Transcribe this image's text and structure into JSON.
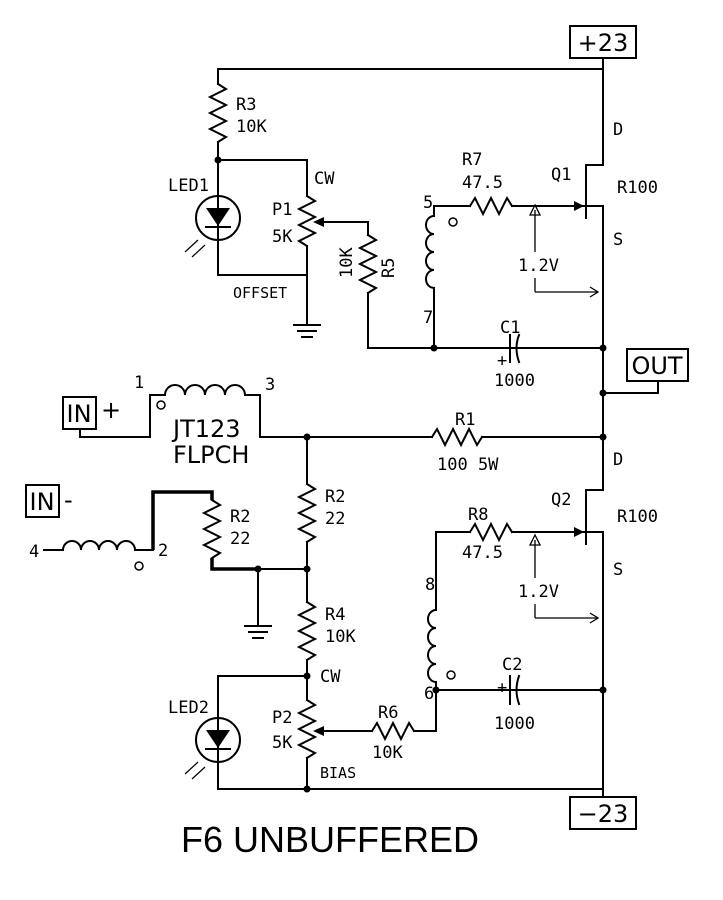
{
  "title": "F6 UNBUFFERED",
  "terminals": {
    "vplus": "+23",
    "vminus": "−23",
    "out": "OUT",
    "in_pos": "IN",
    "in_pos_sign": "+",
    "in_neg": "IN",
    "in_neg_sign": "-"
  },
  "transformer": {
    "name": "JT123",
    "type": "FLPCH",
    "pin1": "1",
    "pin3": "3",
    "pin4": "4",
    "pin2": "2"
  },
  "components": {
    "R1": {
      "ref": "R1",
      "value": "100 5W"
    },
    "R2a": {
      "ref": "R2",
      "value": "22"
    },
    "R2b": {
      "ref": "R2",
      "value": "22"
    },
    "R3": {
      "ref": "R3",
      "value": "10K"
    },
    "R4": {
      "ref": "R4",
      "value": "10K"
    },
    "R5": {
      "ref": "R5",
      "value": "10K"
    },
    "R6": {
      "ref": "R6",
      "value": "10K"
    },
    "R7": {
      "ref": "R7",
      "value": "47.5"
    },
    "R8": {
      "ref": "R8",
      "value": "47.5"
    },
    "P1": {
      "ref": "P1",
      "value": "5K",
      "cw": "CW",
      "func": "OFFSET"
    },
    "P2": {
      "ref": "P2",
      "value": "5K",
      "cw": "CW",
      "func": "BIAS"
    },
    "C1": {
      "ref": "C1",
      "value": "1000",
      "pol": "+"
    },
    "C2": {
      "ref": "C2",
      "value": "1000",
      "pol": "+"
    },
    "LED1": {
      "ref": "LED1"
    },
    "LED2": {
      "ref": "LED2"
    },
    "Q1": {
      "ref": "Q1",
      "part": "R100",
      "d": "D",
      "s": "S"
    },
    "Q2": {
      "ref": "Q2",
      "part": "R100",
      "d": "D",
      "s": "S"
    }
  },
  "coils": {
    "top_pin_a": "5",
    "top_pin_b": "7",
    "bot_pin_a": "8",
    "bot_pin_b": "6"
  },
  "voltages": {
    "v1": "1.2V",
    "v2": "1.2V"
  }
}
